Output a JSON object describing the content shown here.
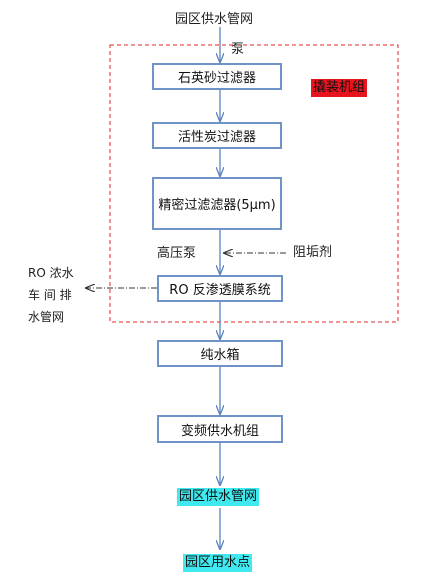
{
  "diagram": {
    "source_label": "园区供水管网",
    "pump_label": "泵",
    "skid_label": "撬装机组",
    "steps": [
      "石英砂过滤器",
      "活性炭过滤器",
      "精密过滤滤器(5μm)"
    ],
    "high_pressure_pump": "高压泵",
    "antiscalant": "阻垢剂",
    "ro_system": "RO 反渗透膜系统",
    "concentrate_lines": [
      "RO 浓水",
      "车 间 排",
      "水管网"
    ],
    "pure_tank": "纯水箱",
    "vf_unit": "变频供水机组",
    "park_network": "园区供水管网",
    "use_point": "园区用水点",
    "colors": {
      "box_border": "#6f93c6",
      "arrow": "#5b84bf",
      "dashed_frame": "#e3242b",
      "highlight_cyan": "#3fe9ef",
      "highlight_red": "#e8141e"
    }
  }
}
